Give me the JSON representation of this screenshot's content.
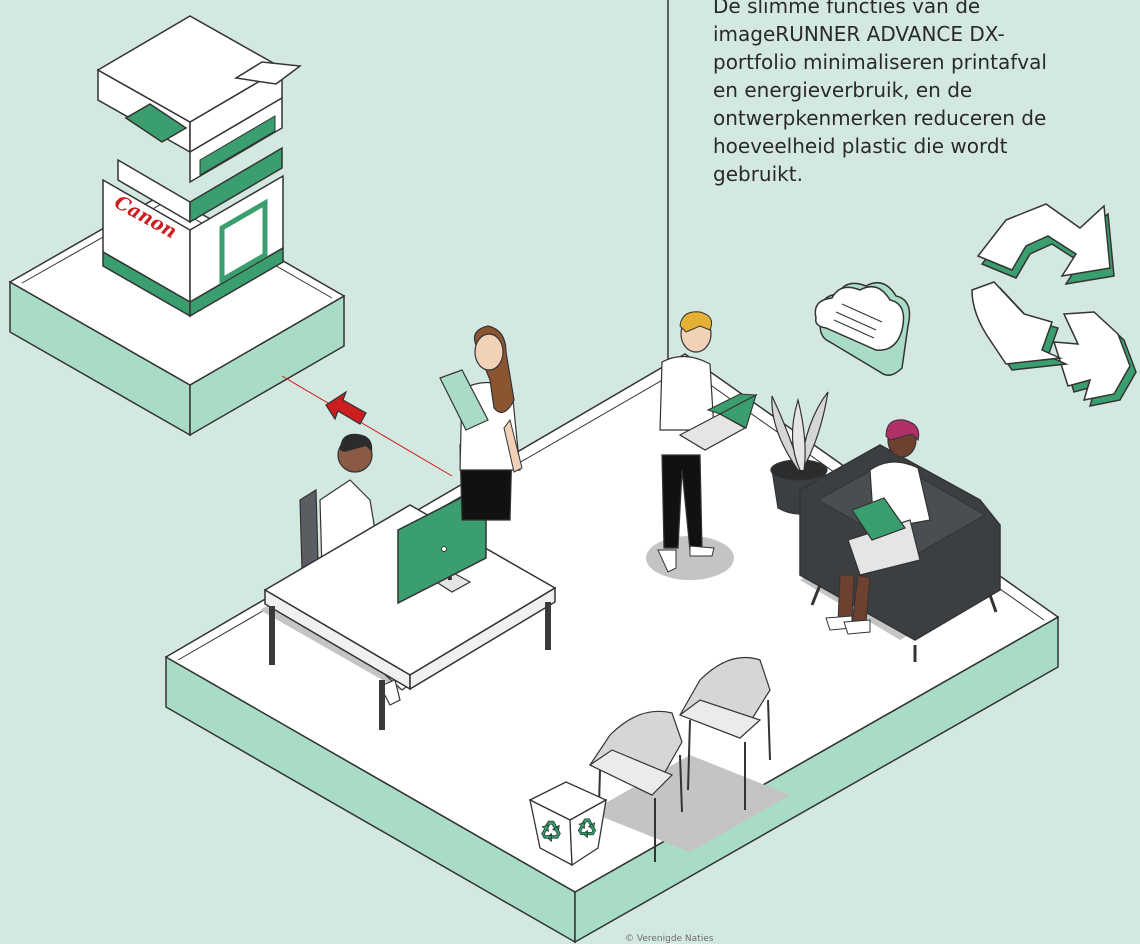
{
  "caption": {
    "line1": "De slimme functies van de",
    "line2": "imageRUNNER ADVANCE DX-",
    "line3": "portfolio minimaliseren printafval",
    "line4": "en energieverbruik, en de",
    "line5": "ontwerpkenmerken reduceren de",
    "line6": "hoeveelheid plastic die wordt",
    "line7": "gebruikt."
  },
  "printer": {
    "brand": "Canon"
  },
  "footer": {
    "text": "© Verenigde Naties"
  },
  "colors": {
    "background": "#d3e8e0",
    "accent_green": "#3a9e6e",
    "light_green": "#a9dcc7",
    "canon_red": "#cc1e1e",
    "outline": "#333333",
    "floor": "#ffffff",
    "shadow": "#c4c4c4",
    "sofa": "#3c3f42"
  }
}
